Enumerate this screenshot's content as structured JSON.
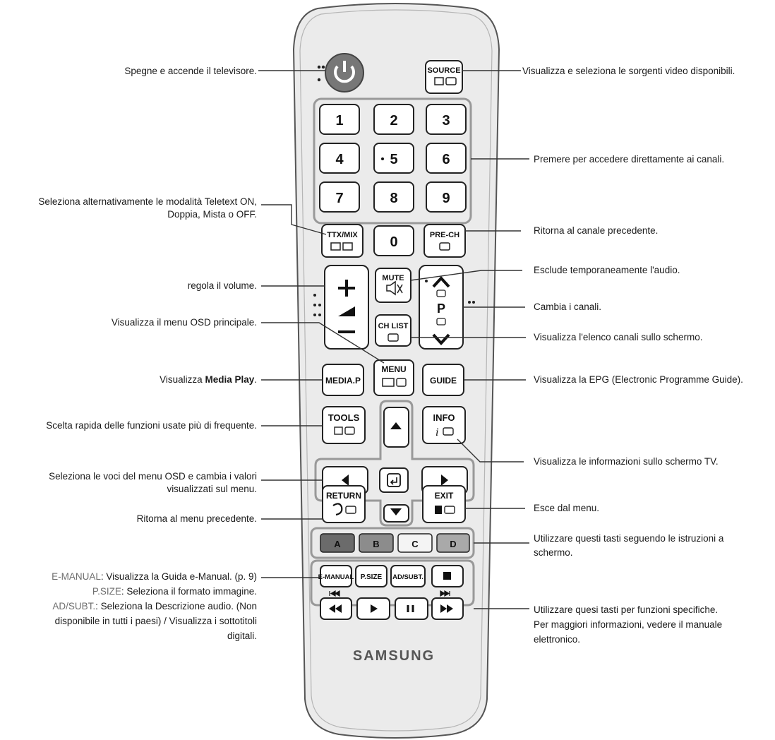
{
  "remote": {
    "buttons": {
      "source": "SOURCE",
      "n1": "1",
      "n2": "2",
      "n3": "3",
      "n4": "4",
      "n5": "5",
      "n6": "6",
      "n7": "7",
      "n8": "8",
      "n9": "9",
      "n0": "0",
      "ttx": "TTX/MIX",
      "prech": "PRE-CH",
      "mute": "MUTE",
      "p": "P",
      "chlist": "CH LIST",
      "mediap": "MEDIA.P",
      "menu": "MENU",
      "guide": "GUIDE",
      "tools": "TOOLS",
      "info": "INFO",
      "ret": "RETURN",
      "exit": "EXIT",
      "a": "A",
      "b": "B",
      "c": "C",
      "d": "D",
      "emanual": "E-MANUAL",
      "psize": "P.SIZE",
      "adsubt": "AD/SUBT."
    },
    "brand": "SAMSUNG",
    "colors": {
      "a": "#6b6b6b",
      "b": "#8c8c8c",
      "c": "#f4f4f4",
      "d": "#a9a9a9"
    }
  },
  "labels": {
    "power": "Spegne e accende il televisore.",
    "ttx_1": "Seleziona alternativamente le modalità Teletext ON,",
    "ttx_2": "Doppia, Mista o OFF.",
    "volume": "regola il volume.",
    "menu": "Visualizza il menu OSD principale.",
    "mediap_pre": "Visualizza",
    "mediap_bold": "Media Play",
    "mediap_post": ".",
    "tools": "Scelta rapida delle funzioni usate più di frequente.",
    "nav_1": "Seleziona le voci del menu OSD e cambia i valori",
    "nav_2": "visualizzati sul menu.",
    "ret": "Ritorna al menu precedente.",
    "em_key": "E-MANUAL",
    "em_desc": ": Visualizza la Guida e-Manual. (p. 9)",
    "ps_key": "P.SIZE",
    "ps_desc": ": Seleziona il formato immagine.",
    "ad_key": "AD/SUBT.",
    "ad_desc_1": ": Seleziona la Descrizione audio. (Non",
    "ad_desc_2": "disponibile in tutti i paesi) / Visualizza i sottotitoli",
    "ad_desc_3": "digitali.",
    "source": "Visualizza e seleziona le sorgenti video disponibili.",
    "numbers": "Premere per accedere direttamente ai canali.",
    "prech": "Ritorna al canale precedente.",
    "mute": "Esclude temporaneamente l'audio.",
    "channel": "Cambia i canali.",
    "chlist": "Visualizza l'elenco canali sullo schermo.",
    "guide": "Visualizza la EPG (Electronic Programme Guide).",
    "info": "Visualizza le informazioni sullo schermo TV.",
    "exit": "Esce dal menu.",
    "color_1": "Utilizzare questi tasti seguendo le istruzioni a",
    "color_2": "schermo.",
    "func_1": "Utilizzare quesi tasti per funzioni specifiche.",
    "func_2": "Per maggiori informazioni, vedere il manuale",
    "func_3": "elettronico."
  }
}
